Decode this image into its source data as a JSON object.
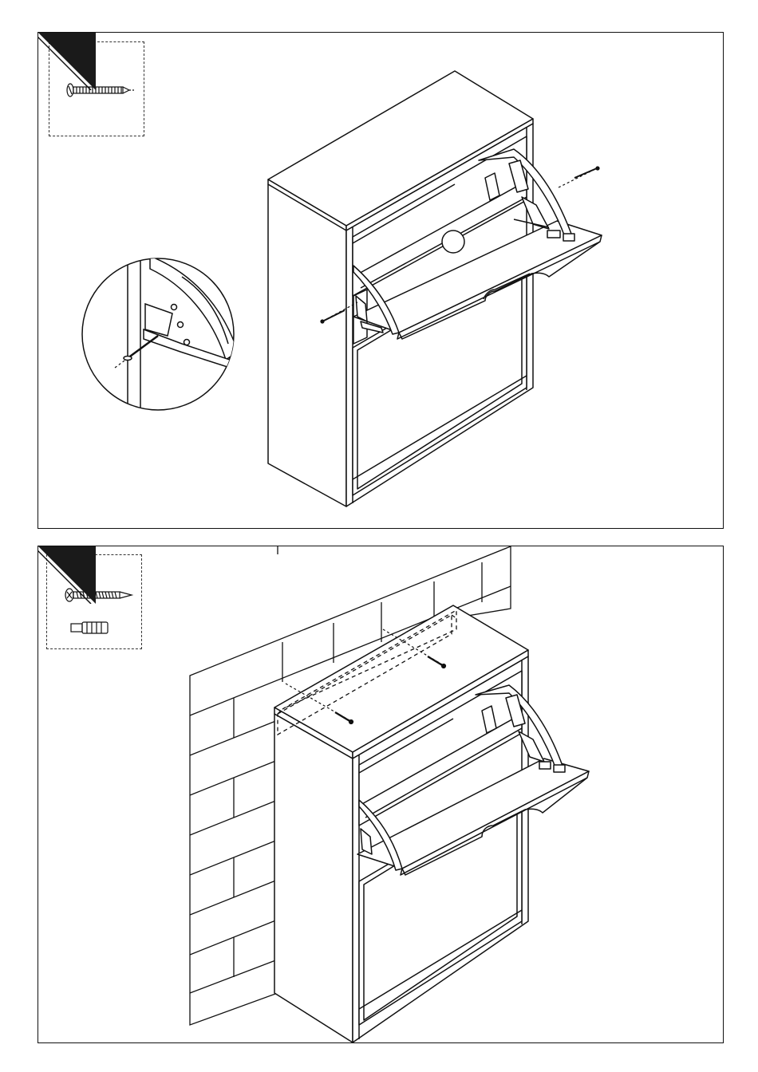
{
  "steps": [
    {
      "id": "step-attach-flap",
      "parts": [
        {
          "icon": "wood-screw-icon"
        }
      ],
      "detail": {
        "icon": "zoom-detail-screw-hinge"
      }
    },
    {
      "id": "step-wall-mount",
      "parts": [
        {
          "icon": "wall-screw-icon"
        },
        {
          "icon": "wall-plug-icon"
        }
      ]
    }
  ],
  "colors": {
    "line": "#111111",
    "background": "#ffffff",
    "corner_tab": "#1a1a1a"
  }
}
